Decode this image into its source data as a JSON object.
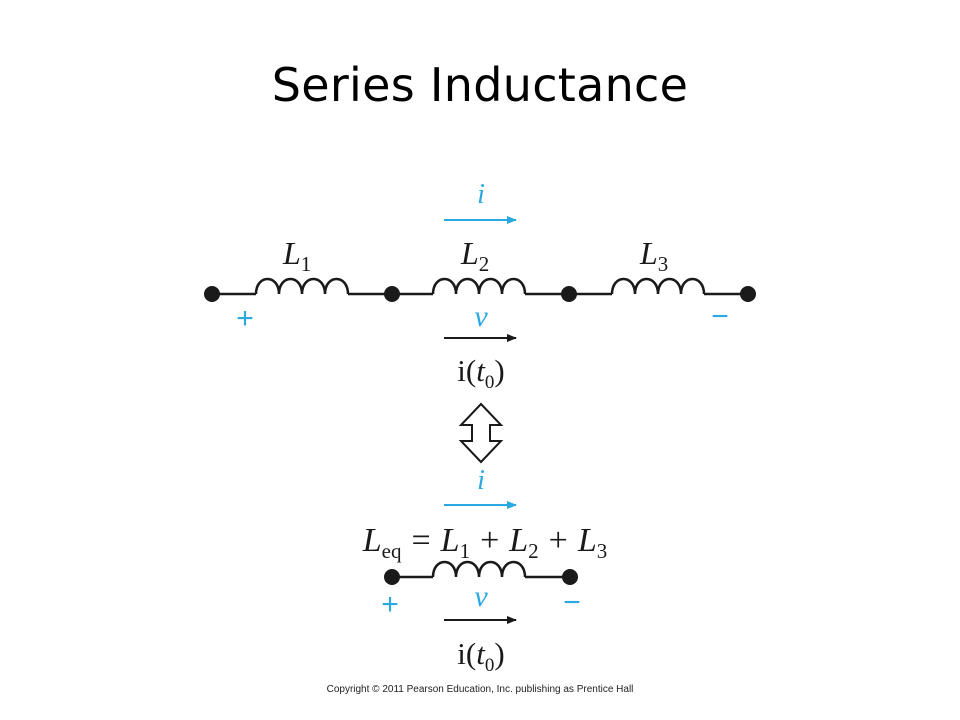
{
  "slide": {
    "title": "Series Inductance",
    "copyright": "Copyright © 2011 Pearson Education, Inc. publishing as Prentice Hall"
  },
  "colors": {
    "wire": "#1a1a1a",
    "accent": "#29a9e0"
  },
  "top_circuit": {
    "current_label": "i",
    "inductors": [
      {
        "symbol": "L",
        "subscript": "1"
      },
      {
        "symbol": "L",
        "subscript": "2"
      },
      {
        "symbol": "L",
        "subscript": "3"
      }
    ],
    "plus_sign": "+",
    "minus_sign": "−",
    "voltage_label": "v",
    "initial_current": {
      "pre": "i(",
      "var": "t",
      "sub": "0",
      "post": ")"
    }
  },
  "equivalence_icon": "double-arrow-up-down-icon",
  "bottom_circuit": {
    "current_label": "i",
    "equation": {
      "lhs": "L",
      "lhs_sub": "eq",
      "eq": "=",
      "t1": "L",
      "t1_sub": "1",
      "p1": "+",
      "t2": "L",
      "t2_sub": "2",
      "p2": "+",
      "t3": "L",
      "t3_sub": "3"
    },
    "plus_sign": "+",
    "minus_sign": "−",
    "voltage_label": "v",
    "initial_current": {
      "pre": "i(",
      "var": "t",
      "sub": "0",
      "post": ")"
    }
  }
}
